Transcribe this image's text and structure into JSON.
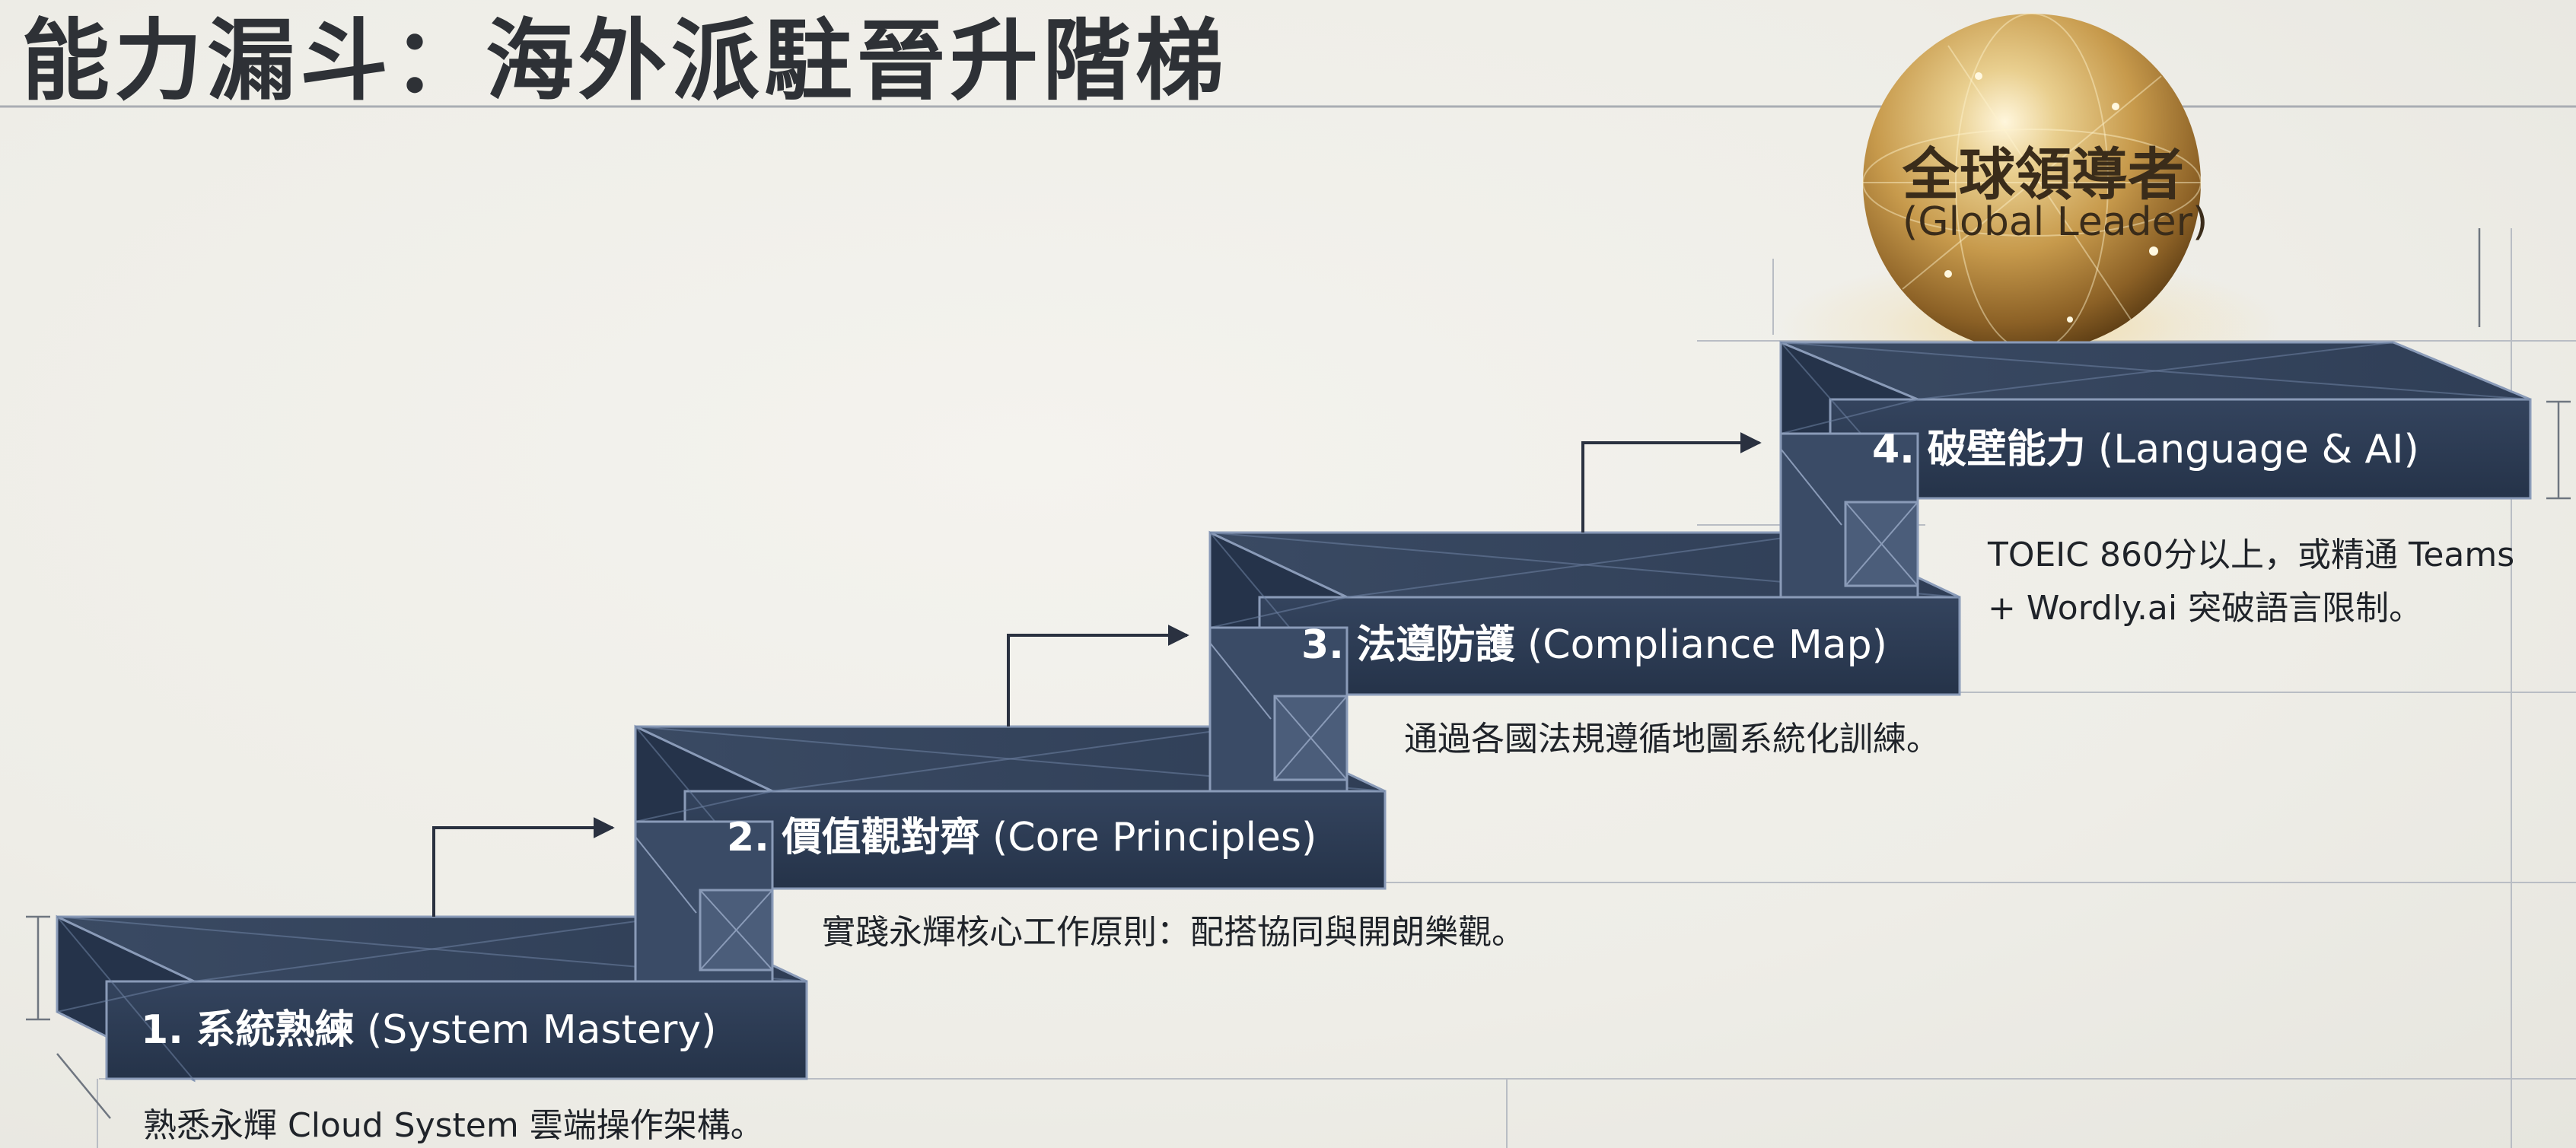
{
  "title": "能力漏斗：海外派駐晉升階梯",
  "steps": [
    {
      "num": "1.",
      "zh": "系統熟練",
      "en": "(System Mastery)",
      "desc": "熟悉永輝 Cloud System 雲端操作架構。"
    },
    {
      "num": "2.",
      "zh": "價值觀對齊",
      "en": "(Core Principles)",
      "desc": "實踐永輝核心工作原則：配搭協同與開朗樂觀。"
    },
    {
      "num": "3.",
      "zh": "法遵防護",
      "en": "(Compliance Map)",
      "desc": "通過各國法規遵循地圖系統化訓練。"
    },
    {
      "num": "4.",
      "zh": "破壁能力",
      "en": "(Language & AI)",
      "desc_line1": "TOEIC 860分以上，或精通 Teams",
      "desc_line2": "+ Wordly.ai 突破語言限制。"
    }
  ],
  "goal": {
    "zh": "全球領導者",
    "en": "(Global Leader)"
  },
  "colors": {
    "block_face": "#2b3a52",
    "block_top": "#3d4d66",
    "block_edge": "#8a9bb8",
    "arrow": "#2a3140",
    "gold": "#c9a35a",
    "background": "#f1f0ea"
  }
}
